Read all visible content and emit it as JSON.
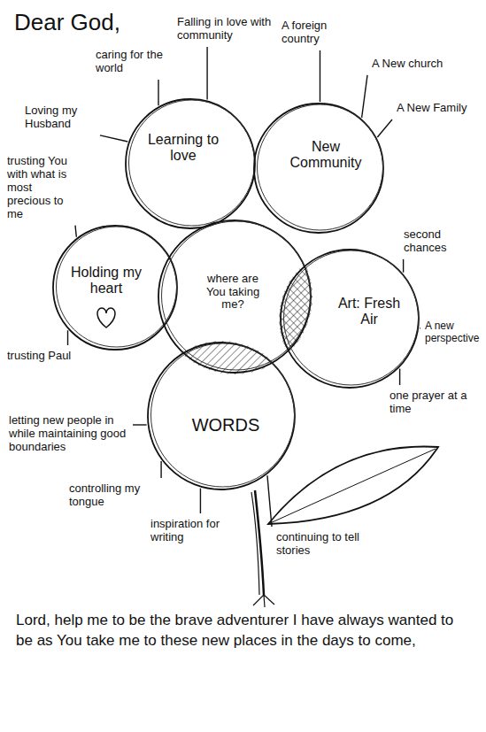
{
  "diagram": {
    "title": "Dear God,",
    "caption": "Lord, help me to be the brave adventurer I have always wanted to be as You take me to these new places in the days to come,",
    "nodes": [
      {
        "text": [
          "Learning to love"
        ]
      },
      {
        "text": [
          "New Community"
        ]
      },
      {
        "text": [
          "Holding my heart"
        ]
      },
      {
        "text": [
          "where are You taking me?"
        ]
      },
      {
        "text": [
          "Art: Fresh Air"
        ]
      },
      {
        "text": [
          "WORDS"
        ]
      }
    ],
    "labels": [
      "Falling in love with community",
      "caring for the world",
      "Loving my Husband",
      "A foreign country",
      "A New church",
      "A New Family",
      "trusting You with what is most precious to me",
      "trusting Paul",
      "second chances",
      "A new perspective",
      "one prayer at a time",
      "letting new people in while maintaining good boundaries",
      "controlling my tongue",
      "inspiration for writing",
      "continuing to tell stories"
    ]
  }
}
